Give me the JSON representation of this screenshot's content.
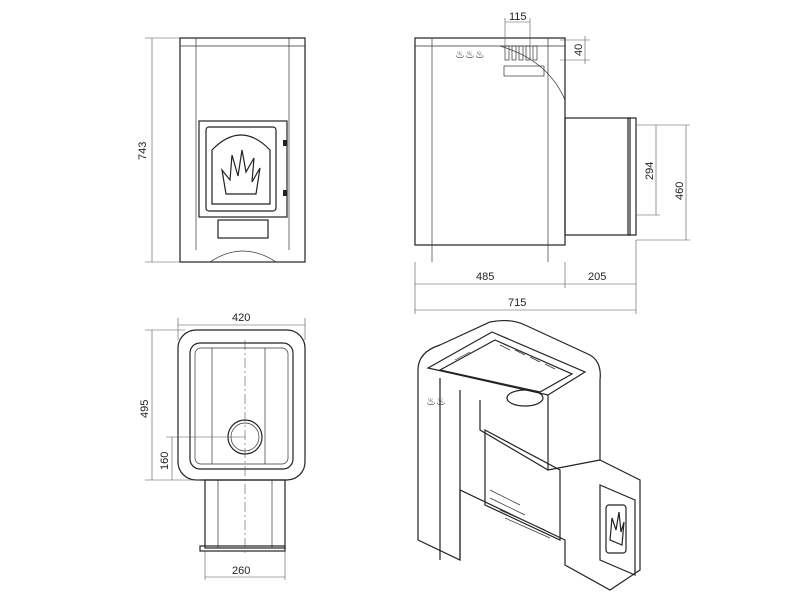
{
  "views": {
    "front": {
      "dimensions": {
        "height": "743"
      }
    },
    "side": {
      "dimensions": {
        "vent_width": "115",
        "vent_height": "40",
        "door_height": "294",
        "tunnel_height": "460",
        "body_depth": "485",
        "tunnel_length": "205",
        "total_depth": "715"
      }
    },
    "top": {
      "dimensions": {
        "width": "420",
        "depth": "495",
        "chimney_offset": "160",
        "tunnel_width": "260"
      }
    },
    "isometric": {}
  }
}
